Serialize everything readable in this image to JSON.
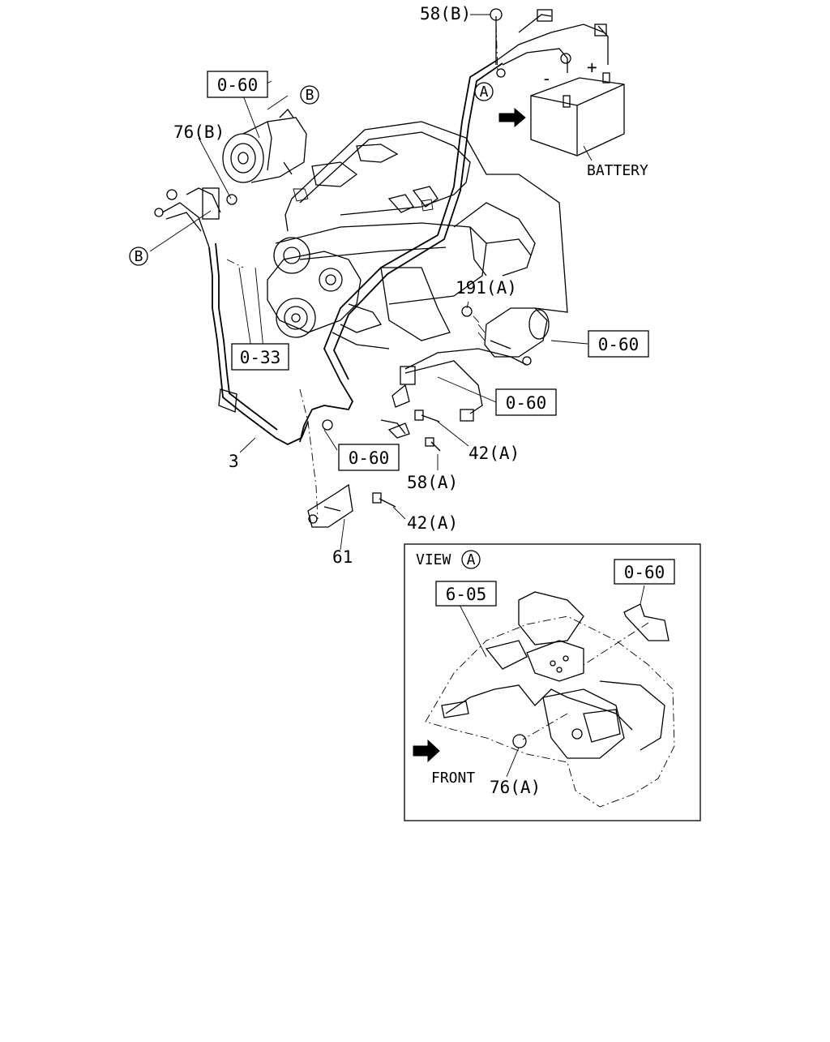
{
  "labels": {
    "ref_0_60": "0-60",
    "ref_0_33": "0-33",
    "ref_6_05": "6-05",
    "p58b": "58(B)",
    "p58a": "58(A)",
    "p76b": "76(B)",
    "p76a": "76(A)",
    "p191a": "191(A)",
    "p42a": "42(A)",
    "p3": "3",
    "p61": "61",
    "battery": "BATTERY",
    "view": "VIEW",
    "front": "FRONT",
    "circle_a": "A",
    "circle_b": "B",
    "plus": "+",
    "minus": "-"
  }
}
